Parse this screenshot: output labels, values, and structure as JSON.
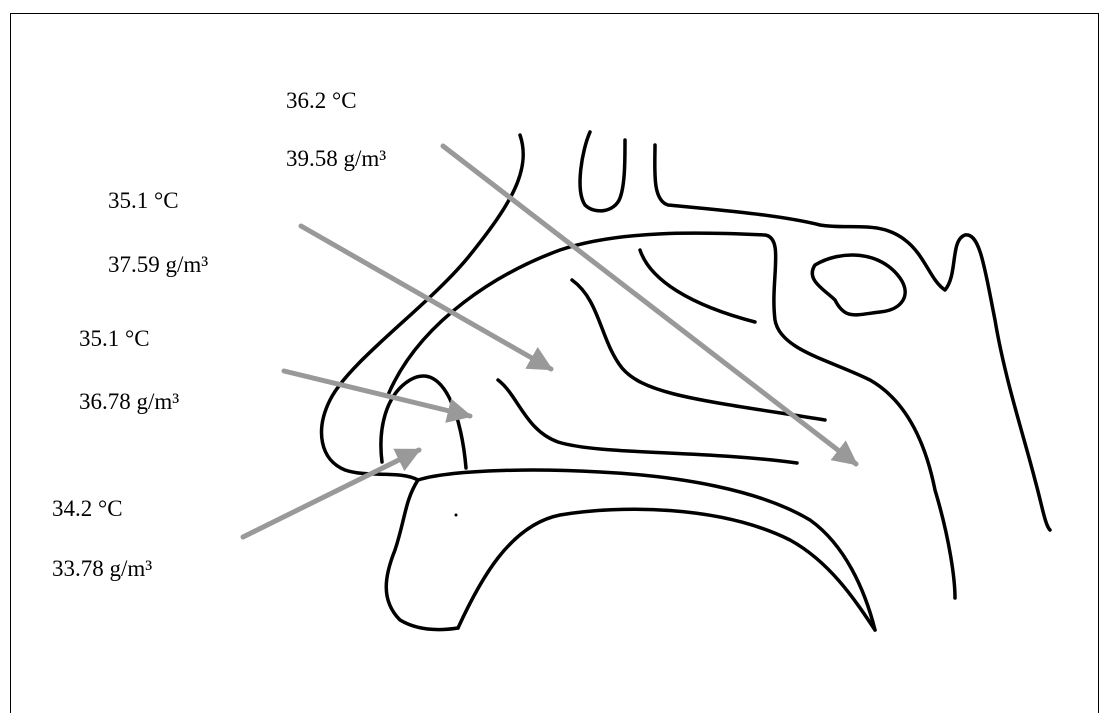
{
  "colors": {
    "outline": "#000000",
    "arrow": "#999999",
    "background": "#ffffff"
  },
  "readings": [
    {
      "temperature": "36.2 °C",
      "humidity": "39.58 g/m³"
    },
    {
      "temperature": "35.1 °C",
      "humidity": "37.59 g/m³"
    },
    {
      "temperature": "35.1 °C",
      "humidity": "36.78 g/m³"
    },
    {
      "temperature": "34.2 °C",
      "humidity": "33.78 g/m³"
    }
  ]
}
